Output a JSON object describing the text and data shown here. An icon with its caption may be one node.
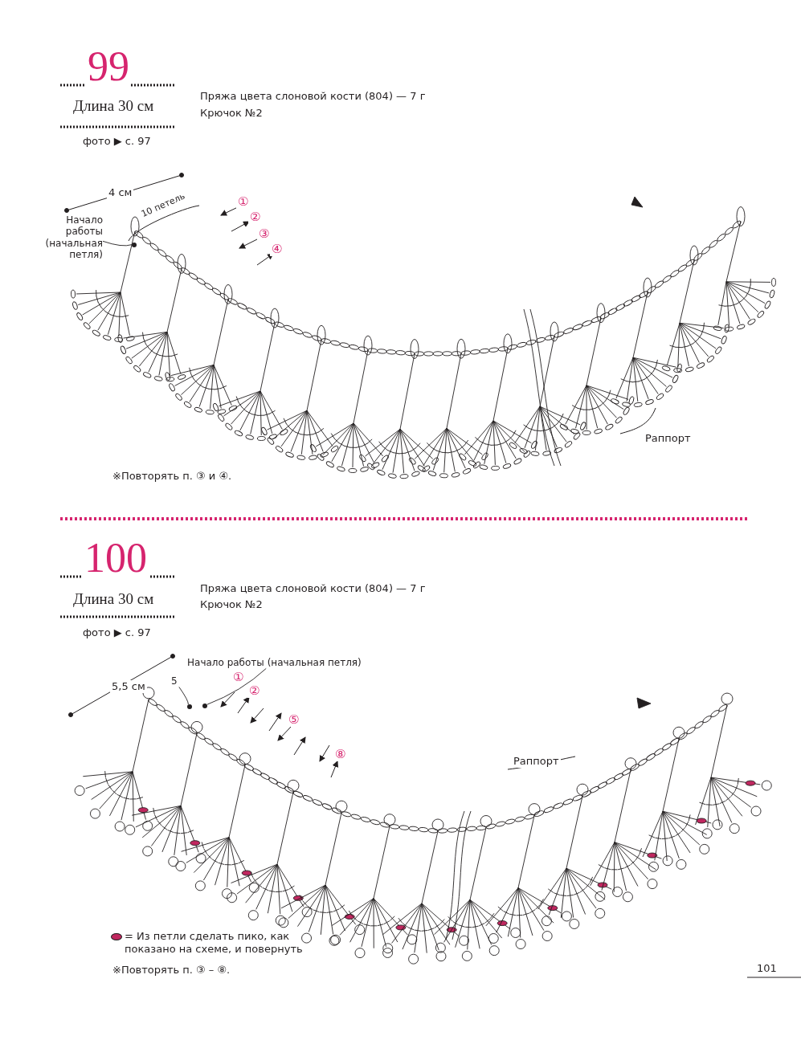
{
  "diagram": {
    "nodes": [
      {
        "text": [
          "Начало работы (начальная петля)"
        ]
      },
      {
        "text": [],
        "shape": "circle"
      },
      {
        "text": [
          "Начало работы (начальная петля)"
        ]
      },
      {
        "text": [
          "5"
        ]
      },
      {
        "text": [],
        "shape": "circle"
      },
      {
        "text": [],
        "shape": "circle"
      }
    ],
    "edges": [
      {
        "from": 0,
        "to": 1,
        "arrow": "none"
      },
      {
        "from": 2,
        "to": 4,
        "arrow": "none"
      },
      {
        "from": 3,
        "to": 5,
        "arrow": "none"
      }
    ],
    "labels": [
      "99",
      "Длина 30 см",
      "фото ▶ с. 97",
      "Пряжа цвета слоновой кости (804) — 7 г",
      "Крючок №2",
      "4 см",
      "10 петель",
      "①",
      "②",
      "③",
      "④",
      "Раппорт",
      "※Повторять п. ③ и ④.",
      "100",
      "Длина 30 см",
      "фото ▶ с. 97",
      "Пряжа цвета слоновой кости (804) — 7 г",
      "Крючок №2",
      "5,5 см",
      "①",
      "②",
      "⑤",
      "⑧",
      "Раппорт",
      "※Повторять п. ③ – ⑧.",
      "101"
    ],
    "legend": [
      {
        "text": "= Из петли сделать пико, как показано на схеме, и повернуть",
        "color": "#c0275f"
      }
    ]
  }
}
